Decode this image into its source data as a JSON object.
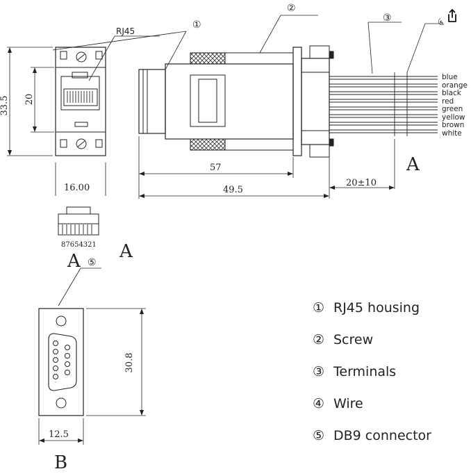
{
  "callouts": [
    "①",
    "②",
    "③",
    "④",
    "⑤"
  ],
  "rj45_label": "RJ45",
  "dims": {
    "height_335": "33.5",
    "height_20": "20",
    "width_1600": "16.00",
    "length_57": "57",
    "length_495": "49.5",
    "wire_20": "20±10",
    "db9_height": "30.8",
    "db9_width": "12.5"
  },
  "pin_numbers": "87654321",
  "view_letters": {
    "a_right": "A",
    "a_mid": "A",
    "a_left": "A",
    "b": "B"
  },
  "wire_colors": [
    "blue",
    "orange",
    "black",
    "red",
    "green",
    "yellow",
    "brown",
    "white"
  ],
  "legend": [
    {
      "num": "①",
      "text": "RJ45 housing"
    },
    {
      "num": "②",
      "text": "Screw"
    },
    {
      "num": "③",
      "text": "Terminals"
    },
    {
      "num": "④",
      "text": "Wire"
    },
    {
      "num": "⑤",
      "text": "DB9 connector"
    }
  ],
  "share_icon": "share-icon"
}
